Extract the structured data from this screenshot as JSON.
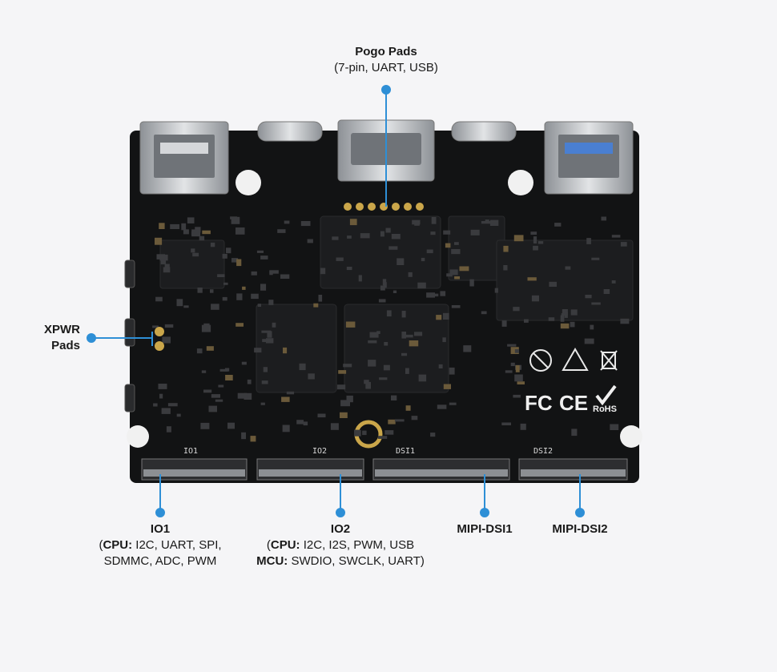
{
  "colors": {
    "background": "#f5f5f7",
    "board": "#121314",
    "callout": "#2e8fd6",
    "gold": "#caa64a",
    "silver": "#b9bcc0"
  },
  "labels": {
    "pogo": {
      "title": "Pogo Pads",
      "sub": "(7-pin, UART, USB)"
    },
    "xpwr": {
      "line1": "XPWR",
      "line2": "Pads"
    },
    "io1": {
      "title": "IO1",
      "l1_pre": "(",
      "l1_bold": "CPU:",
      "l1_rest": " I2C, UART, SPI,",
      "l2": "SDMMC, ADC, PWM"
    },
    "io2": {
      "title": "IO2",
      "l1_pre": "(",
      "l1_bold": "CPU:",
      "l1_rest": " I2C, I2S, PWM, USB",
      "l2_bold": "MCU:",
      "l2_rest": " SWDIO, SWCLK, UART)"
    },
    "dsi1": {
      "title": "MIPI-DSI1"
    },
    "dsi2": {
      "title": "MIPI-DSI2"
    }
  },
  "silkscreen": {
    "io1": "IO1",
    "io2": "IO2",
    "dsi1": "DSI1",
    "dsi2": "DSI2",
    "fc": "FC",
    "ce": "CE",
    "rohs": "RoHS"
  }
}
